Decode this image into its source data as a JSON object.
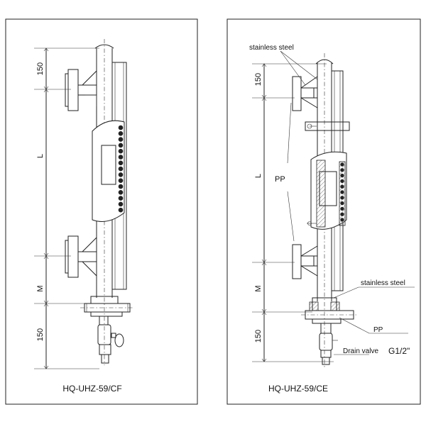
{
  "left_panel": {
    "model": "HQ-UHZ-59/CF",
    "dims": {
      "top": "150",
      "middle": "L",
      "lower": "M",
      "bottom": "150"
    }
  },
  "right_panel": {
    "model": "HQ-UHZ-59/CE",
    "dims": {
      "top": "150",
      "middle": "L",
      "lower": "M",
      "bottom": "150"
    },
    "labels": {
      "stainless_top": "stainless steel",
      "pp_main": "PP",
      "stainless_bottom": "stainless steel",
      "pp_bottom": "PP",
      "drain_valve": "Drain valve",
      "thread": "G1/2\""
    }
  }
}
